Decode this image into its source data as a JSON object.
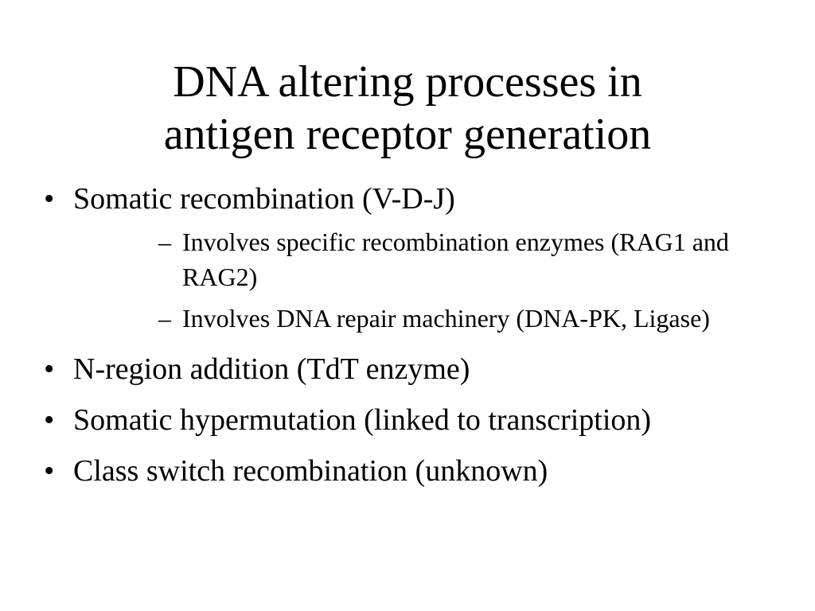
{
  "slide": {
    "title_line1": "DNA altering processes in",
    "title_line2": "antigen receptor generation",
    "bullet_marker": "•",
    "sub_marker": "–",
    "bullets": [
      {
        "text": "Somatic recombination (V-D-J)",
        "sub": [
          "Involves specific recombination enzymes (RAG1 and RAG2)",
          "Involves DNA repair machinery (DNA-PK, Ligase)"
        ]
      },
      {
        "text": "N-region addition (TdT enzyme)"
      },
      {
        "text": "Somatic hypermutation (linked to transcription)"
      },
      {
        "text": "Class switch recombination (unknown)"
      }
    ]
  }
}
